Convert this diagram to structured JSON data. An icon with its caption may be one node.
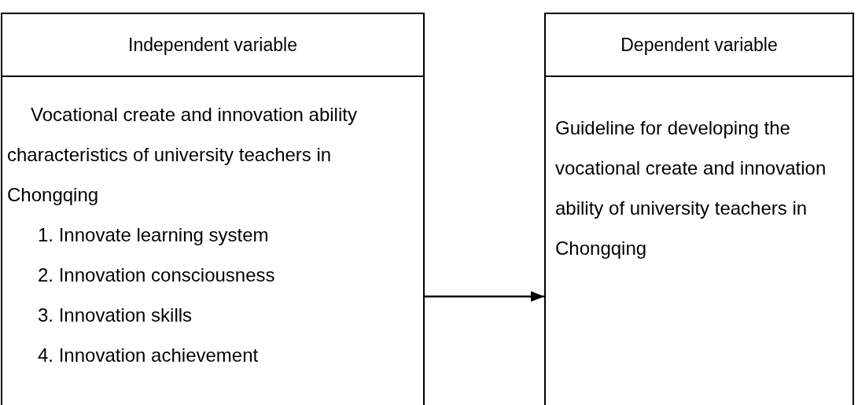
{
  "diagram": {
    "nodes": [
      {
        "text": [
          "Independent variable",
          "Vocational create and innovation ability characteristics of university teachers in Chongqing",
          "1. Innovate learning system",
          "2. Innovation consciousness",
          "3. Innovation skills",
          "4. Innovation achievement"
        ]
      },
      {
        "text": [
          "Dependent variable",
          "Guideline for developing the vocational create and innovation ability of university teachers in Chongqing"
        ]
      }
    ],
    "edges": [
      {
        "from": 0,
        "to": 1,
        "arrow": "to"
      }
    ]
  }
}
